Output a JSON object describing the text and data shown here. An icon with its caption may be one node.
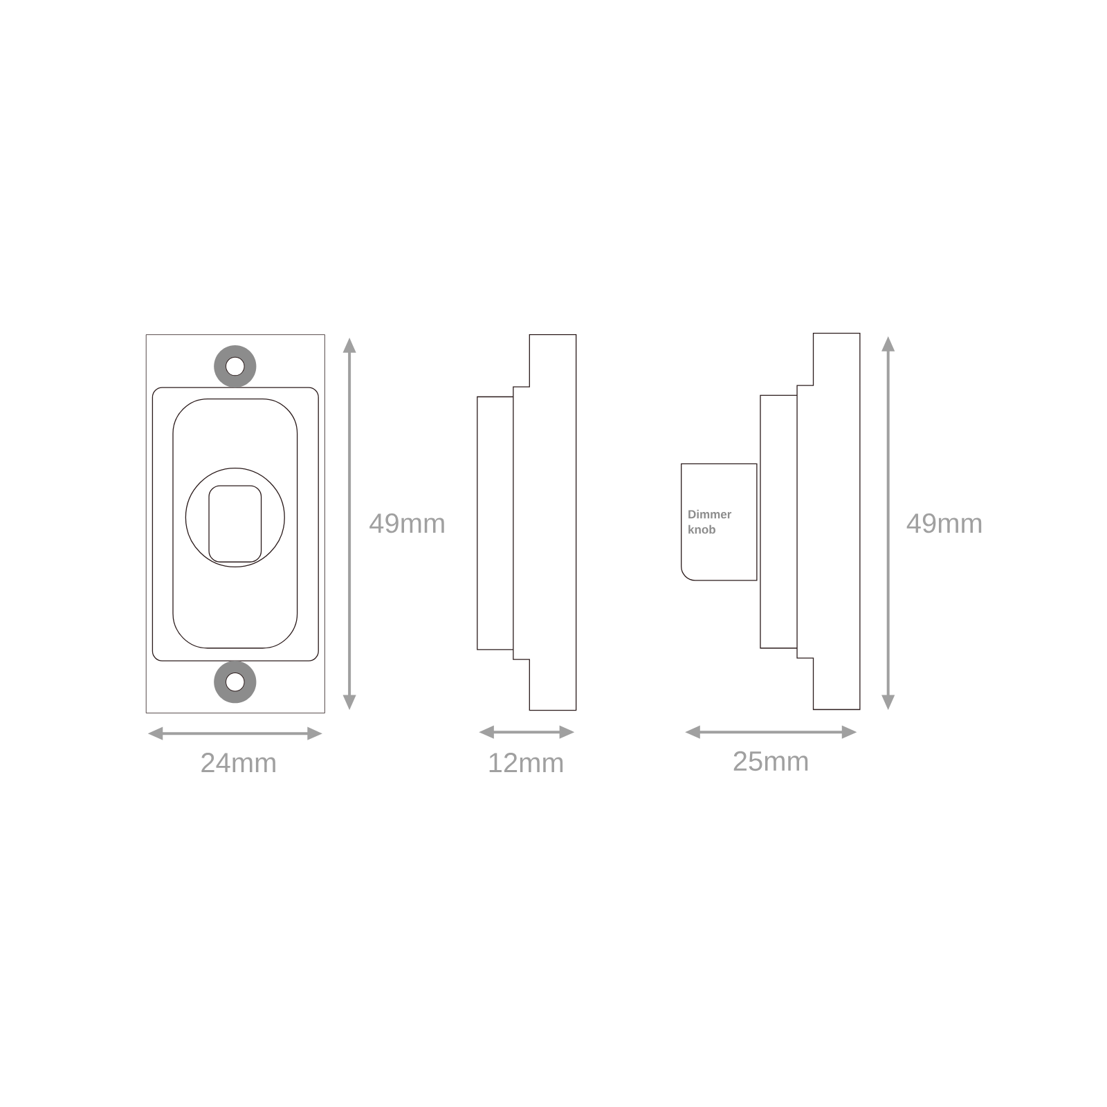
{
  "diagram": {
    "nodes": [
      {
        "text": [
          "Dimmer knob"
        ]
      }
    ],
    "labels": [
      "49mm",
      "49mm",
      "24mm",
      "12mm",
      "25mm"
    ]
  }
}
